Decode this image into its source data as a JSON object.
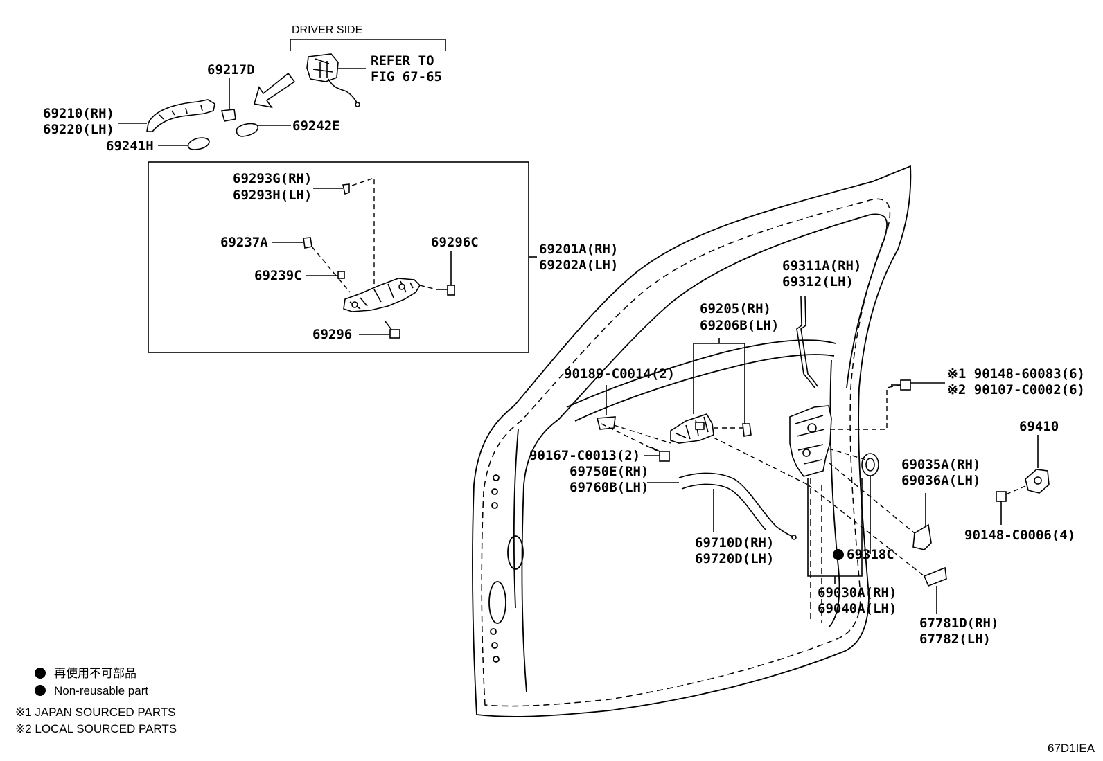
{
  "header": {
    "driver_side": "DRIVER SIDE",
    "refer_to_1": "REFER TO",
    "refer_to_2": "FIG 67-65"
  },
  "parts": {
    "p69217D": "69217D",
    "p69210": "69210(RH)",
    "p69220": "69220(LH)",
    "p69241H": "69241H",
    "p69242E": "69242E",
    "p69293G": "69293G(RH)",
    "p69293H": "69293H(LH)",
    "p69237A": "69237A",
    "p69296C": "69296C",
    "p69239C": "69239C",
    "p69296": "69296",
    "p69201A": "69201A(RH)",
    "p69202A": "69202A(LH)",
    "p69311A": "69311A(RH)",
    "p69312": "69312(LH)",
    "p69205": "69205(RH)",
    "p69206B": "69206B(LH)",
    "p90189": "90189-C0014(2)",
    "p90148a": "※1 90148-60083(6)",
    "p90107": "※2 90107-C0002(6)",
    "p69410": "69410",
    "p90167": "90167-C0013(2)",
    "p69750E": "69750E(RH)",
    "p69760B": "69760B(LH)",
    "p69035A": "69035A(RH)",
    "p69036A": "69036A(LH)",
    "p90148b": "90148-C0006(4)",
    "p69710D": "69710D(RH)",
    "p69720D": "69720D(LH)",
    "p69318C": "69318C",
    "p69030A": "69030A(RH)",
    "p69040A": "69040A(LH)",
    "p67781D": "67781D(RH)",
    "p67782": "67782(LH)"
  },
  "legend": {
    "non_reusable_jp": "再使用不可部品",
    "non_reusable_en": "Non-reusable part",
    "japan_sourced": "※1 JAPAN SOURCED PARTS",
    "local_sourced": "※2 LOCAL SOURCED PARTS"
  },
  "figure_code": "67D1IEA"
}
